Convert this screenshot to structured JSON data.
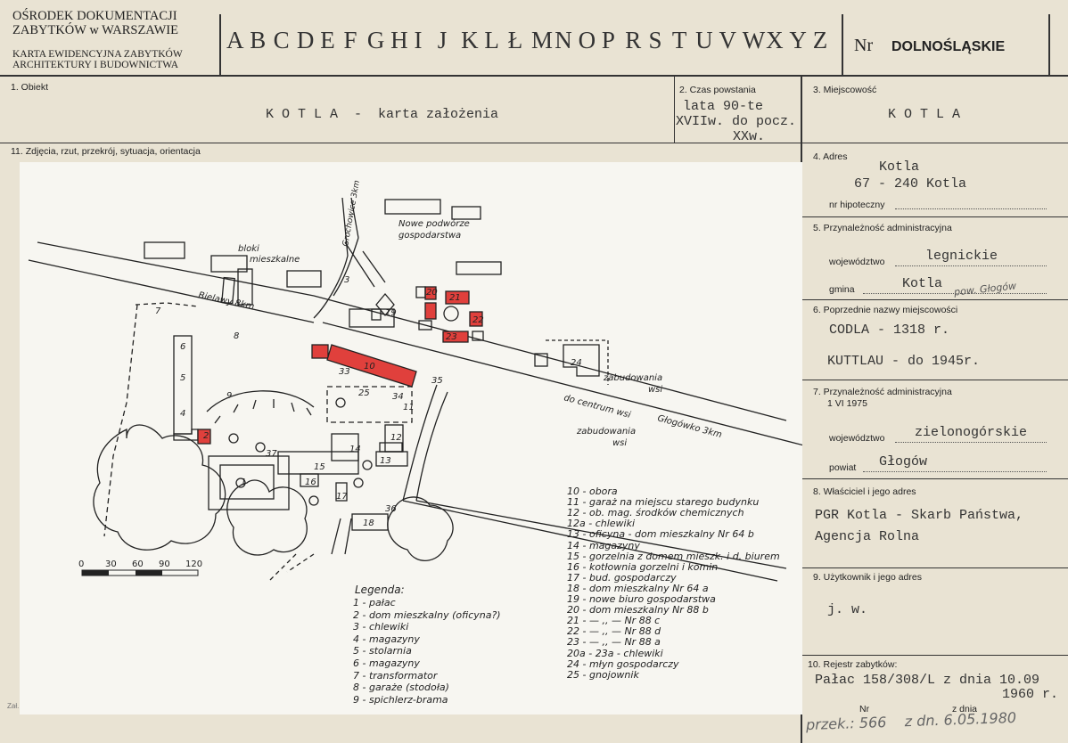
{
  "header": {
    "org_line1": "OŚRODEK DOKUMENTACJI",
    "org_line2": "ZABYTKÓW w WARSZAWIE",
    "card_line1": "KARTA EWIDENCYJNA ZABYTKÓW",
    "card_line2": "ARCHITEKTURY I BUDOWNICTWA",
    "letters": [
      "A",
      "B",
      "C",
      "D",
      "E",
      "F",
      "G",
      "H",
      "I",
      "J",
      "K",
      "L",
      "Ł",
      "M",
      "N",
      "O",
      "P",
      "R",
      "S",
      "T",
      "U",
      "V",
      "W",
      "X",
      "Y",
      "Z"
    ],
    "nr_label": "Nr",
    "region": "DOLNOŚLĄSKIE"
  },
  "fields": {
    "obiekt_label": "1. Obiekt",
    "obiekt_value": "K O T L A  -  karta założenia",
    "czas_label": "2. Czas powstania",
    "czas_line1": "lata 90-te",
    "czas_line2": "XVIIw. do pocz.",
    "czas_line3": "XXw.",
    "miejscowosc_label": "3. Miejscowość",
    "miejscowosc_value": "K O T L A",
    "zdjecia_label": "11. Zdjęcia, rzut, przekrój, sytuacja, orientacja",
    "adres_label": "4. Adres",
    "adres_line1": "Kotla",
    "adres_line2": "67 - 240 Kotla",
    "hipoteczny_label": "nr hipoteczny",
    "przyn_label": "5. Przynależność administracyjna",
    "wojewodztwo_label": "województwo",
    "wojewodztwo_value": "legnickie",
    "gmina_label": "gmina",
    "gmina_value": "Kotla",
    "gmina_note": "pow. Głogów",
    "poprz_label": "6. Poprzednie nazwy miejscowości",
    "poprz_line1": "CODLA - 1318 r.",
    "poprz_line2": "KUTTLAU - do 1945r.",
    "przyn2_label": "7. Przynależność administracyjna",
    "przyn2_date": "1 VI 1975",
    "woj2_label": "województwo",
    "woj2_value": "zielonogórskie",
    "powiat_label": "powiat",
    "powiat_value": "Głogów",
    "wlasciciel_label": "8. Właściciel i jego adres",
    "wlasciciel_line1": "PGR Kotla - Skarb Państwa,",
    "wlasciciel_line2": "Agencja Rolna",
    "uzytkownik_label": "9. Użytkownik i jego adres",
    "uzytkownik_value": "j. w.",
    "rejestr_label": "10. Rejestr zabytków:",
    "rejestr_line1": "Pałac 158/308/L z dnia 10.09",
    "rejestr_line2": "1960 r.",
    "nr_label": "Nr",
    "z_dnia_label": "z dnia",
    "handwritten_bottom": "przek.: 566    z dn. 6.05.1980",
    "bottom_faint": "Zał. Nie wolno"
  },
  "map": {
    "scale_ticks": [
      "0",
      "30",
      "60",
      "90",
      "120"
    ],
    "road_bielawy": "Bielawy 8km",
    "road_grochowice": "Grochowice 3km",
    "road_glogowko": "Głogówko 3km",
    "to_center": "do centrum wsi",
    "nowe_podworze_1": "Nowe podwórze",
    "nowe_podworze_2": "gospodarstwa",
    "bloki_1": "bloki",
    "bloki_2": "mieszkalne",
    "zabud1_1": "zabudowania",
    "zabud1_2": "wsi",
    "zabud2_1": "zabudowania",
    "zabud2_2": "wsi",
    "numbers": [
      "1",
      "2",
      "3",
      "4",
      "5",
      "6",
      "7",
      "8",
      "9",
      "10",
      "11",
      "12",
      "13",
      "14",
      "15",
      "16",
      "17",
      "18",
      "19",
      "20",
      "21",
      "22",
      "23",
      "24",
      "25",
      "33",
      "34",
      "35",
      "36",
      "37"
    ]
  },
  "legend": {
    "title": "Legenda:",
    "left": [
      "1 - pałac",
      "2 - dom mieszkalny (oficyna?)",
      "3 - chlewiki",
      "4 - magazyny",
      "5 - stolarnia",
      "6 - magazyny",
      "7 - transformator",
      "8 - garaże (stodoła)",
      "9 - spichlerz-brama"
    ],
    "right": [
      "10 - obora",
      "11 - garaż na miejscu starego budynku",
      "12 - ob. mag. środków chemicznych",
      "12a - chlewiki",
      "13 - oficyna - dom mieszkalny Nr 64 b",
      "14 - magazyny",
      "15 - gorzelnia z domem mieszk. i d. biurem",
      "16 - kotłownia gorzelni i komin",
      "17 - bud. gospodarczy",
      "18 - dom mieszkalny Nr 64 a",
      "19 - nowe biuro gospodarstwa",
      "20 - dom mieszkalny Nr 88 b",
      "21 -       —  ,,  —       Nr 88 c",
      "22 -       —  ,,  —       Nr 88 d",
      "23 -       —  ,,  —       Nr 88 a",
      "20a - 23a - chlewiki",
      "24 - młyn gospodarczy",
      "25 - gnojownik"
    ]
  },
  "colors": {
    "paper": "#e9e3d3",
    "map_paper": "#f7f6f1",
    "highlight": "#e0403c"
  }
}
